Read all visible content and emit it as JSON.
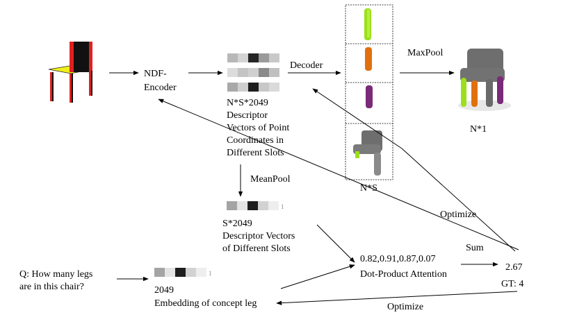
{
  "labels": {
    "ndf_encoder_1": "NDF-",
    "ndf_encoder_2": "Encoder",
    "decoder": "Decoder",
    "maxpool": "MaxPool",
    "n_times_1": "N*1",
    "nss_1": "N*S*2049",
    "nss_2": "Descriptor",
    "nss_3": "Vectors of Point",
    "nss_4": "Coordinates in",
    "nss_5": "Different Slots",
    "n_times_s": "N*S",
    "meanpool": "MeanPool",
    "s2049_1": "S*2049",
    "s2049_2": "Descriptor Vectors",
    "s2049_3": "of Different Slots",
    "optimize_top": "Optimize",
    "sum": "Sum",
    "attention_values": "0.82,0.91,0.87,0.07",
    "attention_label": "Dot-Product Attention",
    "score": "2.67",
    "gt": "GT: 4",
    "question_1": "Q: How many legs",
    "question_2": "are in this chair?",
    "emb_1": "2049",
    "emb_2": "Embedding of concept leg",
    "optimize_bottom": "Optimize",
    "trailing_digit": "1"
  },
  "colors": {
    "leg_lime": "#9be01a",
    "leg_orange": "#e0700e",
    "leg_purple": "#7a2a78",
    "chair_yellow": "#f0ef1a",
    "chair_red": "#e02020",
    "chair_black": "#111111",
    "point_gray": "#6e6e6e"
  }
}
